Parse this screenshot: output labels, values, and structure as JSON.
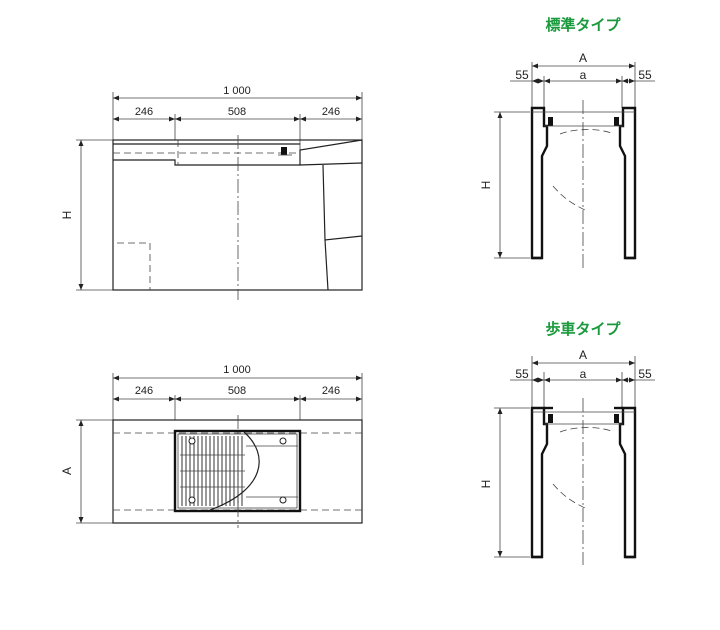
{
  "titles": {
    "standard": "標準タイプ",
    "sidewalk_road": "歩車タイプ"
  },
  "side_view": {
    "total": "1 000",
    "left": "246",
    "middle": "508",
    "right": "246",
    "height_label": "H"
  },
  "plan_view": {
    "total": "1 000",
    "left": "246",
    "middle": "508",
    "right": "246",
    "width_label": "A"
  },
  "standard_section": {
    "width_label": "A",
    "inner_label": "a",
    "left_offset": "55",
    "right_offset": "55",
    "height_label": "H"
  },
  "sidewalk_section": {
    "width_label": "A",
    "inner_label": "a",
    "left_offset": "55",
    "right_offset": "55",
    "height_label": "H"
  },
  "colors": {
    "title": "#1a9a3c",
    "line": "#222222"
  }
}
